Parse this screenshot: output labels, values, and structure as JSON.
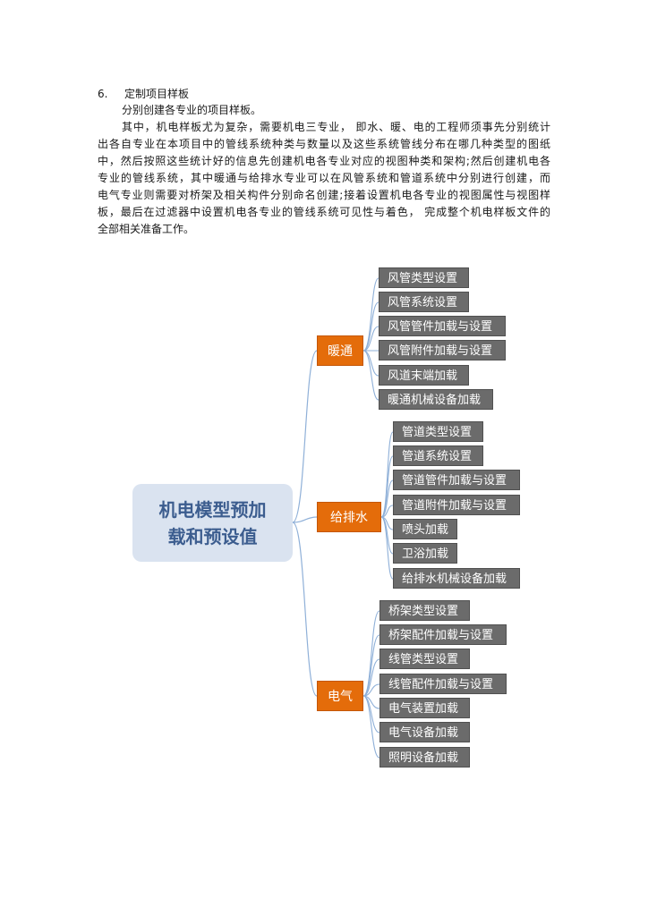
{
  "document": {
    "heading_number": "6.",
    "heading_text": "定制项目样板",
    "intro_line": "分别创建各专业的项目样板。",
    "paragraph_lines": [
      "其中，机电样板尤为复杂，需要机电三专业， 即水、暖、电的工程师须事先分别统计",
      "出各自专业在本项目中的管线系统种类与数量以及这些系统管线分布在哪几种类型的图纸",
      "中，然后按照这些统计好的信息先创建机电各专业对应的视图种类和架构;然后创建机电各",
      "专业的管线系统，其中暖通与给排水专业可以在风管系统和管道系统中分别进行创建，而",
      "电气专业则需要对桥架及相关构件分别命名创建;接着设置机电各专业的视图属性与视图样",
      "板，最后在过滤器中设置机电各专业的管线系统可见性与着色， 完成整个机电样板文件的",
      "全部相关准备工作。"
    ]
  },
  "mindmap": {
    "root_line1": "机电模型预加",
    "root_line2": "载和预设值",
    "colors": {
      "root_fill": "#dae3f0",
      "root_text": "#3c5d8f",
      "category": "#e46c0a",
      "leaf": "#6b6b6b",
      "connector": "#8fb0d8"
    },
    "categories": [
      {
        "label": "暖通",
        "items": [
          "风管类型设置",
          "风管系统设置",
          "风管管件加载与设置",
          "风管附件加载与设置",
          "风道末端加载",
          "暖通机械设备加载"
        ]
      },
      {
        "label": "给排水",
        "items": [
          "管道类型设置",
          "管道系统设置",
          "管道管件加载与设置",
          "管道附件加载与设置",
          "喷头加载",
          "卫浴加载",
          "给排水机械设备加载"
        ]
      },
      {
        "label": "电气",
        "items": [
          "桥架类型设置",
          "桥架配件加载与设置",
          "线管类型设置",
          "线管配件加载与设置",
          "电气装置加载",
          "电气设备加载",
          "照明设备加载"
        ]
      }
    ]
  }
}
